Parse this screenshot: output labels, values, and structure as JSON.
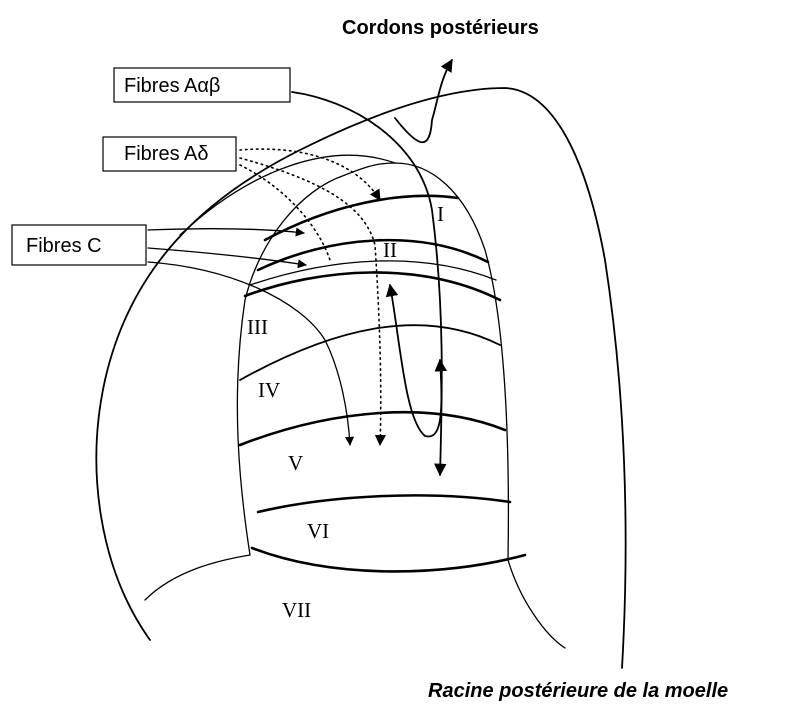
{
  "headings": {
    "top": "Cordons postérieurs",
    "bottom": "Racine postérieure de la moelle"
  },
  "fibers": {
    "a_alpha_beta": "Fibres Aαβ",
    "a_delta": "Fibres Aδ",
    "c": "Fibres C"
  },
  "layers": [
    "I",
    "II",
    "III",
    "IV",
    "V",
    "VI",
    "VII"
  ]
}
